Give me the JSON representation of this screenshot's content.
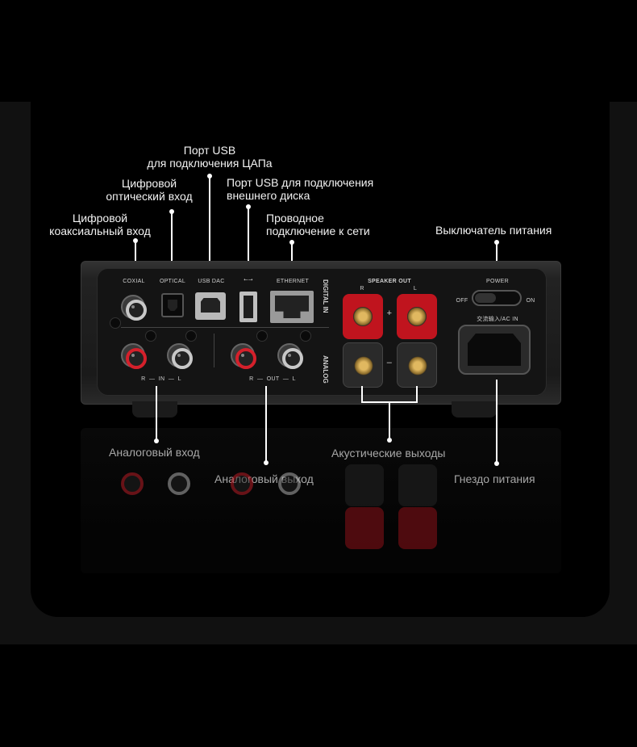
{
  "callouts": {
    "usb_dac": "Порт USB\nдля подключения ЦАПа",
    "optical": "Цифровой\nоптический вход",
    "usb_disk": "Порт USB для подключения\nвнешнего диска",
    "coaxial": "Цифровой\nкоаксиальный вход",
    "ethernet": "Проводное\nподключение к сети",
    "power_switch": "Выключатель питания",
    "analog_in": "Аналоговый вход",
    "analog_out": "Аналоговый выход",
    "speaker_out": "Акустические выходы",
    "power_socket": "Гнездо питания"
  },
  "panel_labels": {
    "coaxial": "COXIAL",
    "optical": "OPTICAL",
    "usb_dac": "USB DAC",
    "usb_symbol": "⭠⭢",
    "ethernet": "ETHERNET",
    "digital_in": "DIGITAL IN",
    "analog": "ANALOG",
    "speaker_out": "SPEAKER OUT",
    "spk_r": "R",
    "spk_l": "L",
    "plus": "+",
    "minus": "–",
    "power": "POWER",
    "off": "OFF",
    "on": "ON",
    "ac_in": "交流输入/AC IN",
    "in_row": "R  —  IN  —  L",
    "out_row": "R  —  OUT  —  L"
  }
}
